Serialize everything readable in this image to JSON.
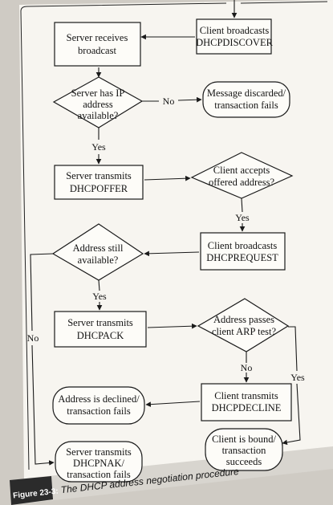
{
  "nodes": {
    "client_discover": [
      "Client broadcasts",
      "DHCPDISCOVER"
    ],
    "server_receives": [
      "Server receives",
      "broadcast"
    ],
    "has_ip": [
      "Server has IP",
      "address",
      "available?"
    ],
    "discarded": [
      "Message discarded/",
      "transaction fails"
    ],
    "transmits_offer": [
      "Server transmits",
      "DHCPOFFER"
    ],
    "accepts_offered": [
      "Client accepts",
      "offered address?"
    ],
    "broadcast_request": [
      "Client broadcasts",
      "DHCPREQUEST"
    ],
    "still_available": [
      "Address still",
      "available?"
    ],
    "transmits_pack": [
      "Server transmits",
      "DHCPACK"
    ],
    "arp_test": [
      "Address passes",
      "client ARP test?"
    ],
    "transmits_decline": [
      "Client transmits",
      "DHCPDECLINE"
    ],
    "declined": [
      "Address is declined/",
      "transaction fails"
    ],
    "bound": [
      "Client is bound/",
      "transaction",
      "succeeds"
    ],
    "transmits_nak": [
      "Server transmits",
      "DHCPNAK/",
      "transaction fails"
    ]
  },
  "edge_labels": {
    "no": "No",
    "yes": "Yes"
  },
  "caption": {
    "figure": "Figure 23-3:",
    "text": "The DHCP address negotiation procedure"
  }
}
